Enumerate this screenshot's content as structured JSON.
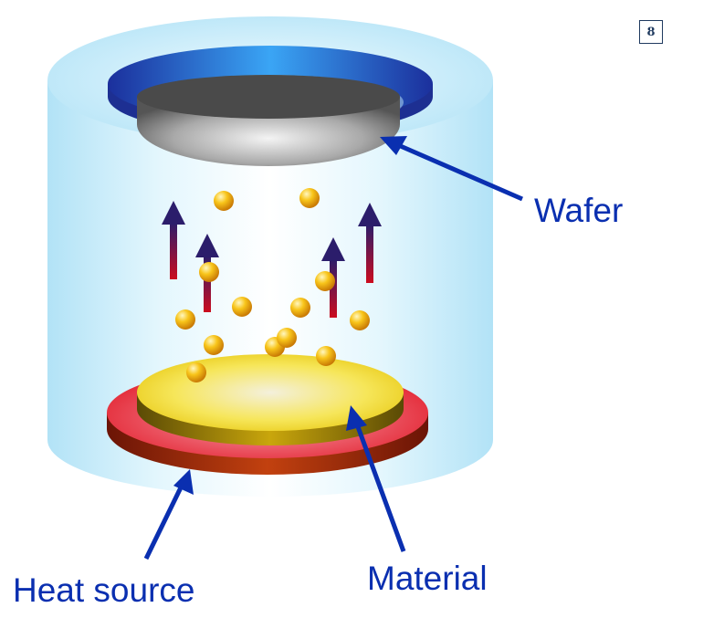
{
  "page_number": "8",
  "labels": {
    "wafer": "Wafer",
    "heat_source": "Heat source",
    "material": "Material"
  },
  "colors": {
    "chamber": "#cdeefa",
    "wafer_holder": "#2a57c9",
    "wafer": "#8d8d8d",
    "heat_source": "#e8303a",
    "material": "#f7e63c",
    "particle": "#f5b50e",
    "arrow_bottom": "#cc0c1e",
    "arrow_top": "#2b1d6b",
    "pointer": "#0a2fb0"
  },
  "icons": [
    "vapor-arrow-icon",
    "particle-icon",
    "pointer-arrow-icon"
  ]
}
